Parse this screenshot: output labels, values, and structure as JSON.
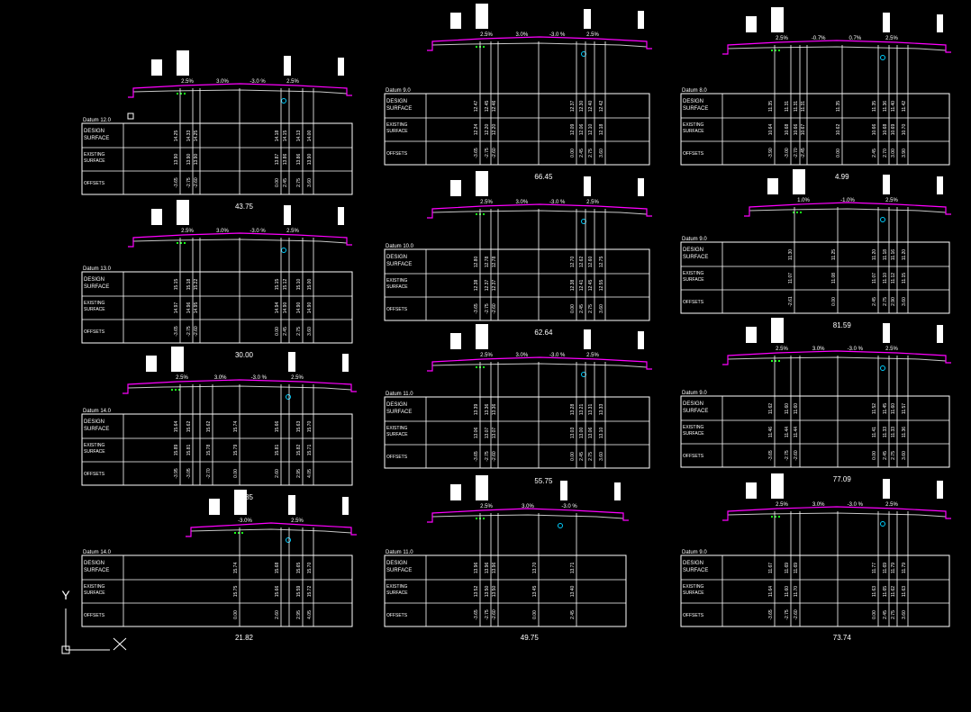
{
  "drawing": {
    "row_labels": {
      "design": [
        "DESIGN",
        "SURFACE"
      ],
      "existing": [
        "EXISTING",
        "SURFACE"
      ],
      "offsets": "OFFSETS"
    },
    "ucs_axis_label": "Y",
    "colors": {
      "background": "#000000",
      "lines": "#ffffff",
      "datum_line": "#ff0000",
      "design_profile": "#ff00ff",
      "existing_profile": "#c8c8c8",
      "markers": "#00cfff",
      "vegetation": "#1aff1a"
    }
  },
  "sections": [
    {
      "station": "43.75",
      "datum": "Datum 12.0",
      "slopes": [
        "2.5%",
        "3.0%",
        "-3.0 %",
        "2.5%"
      ],
      "design": [
        "14.25",
        "14.33",
        "14.25",
        "14.18",
        "14.15",
        "14.13",
        "14.00"
      ],
      "existing": [
        "13.90",
        "13.90",
        "13.90",
        "13.87",
        "13.86",
        "13.86",
        "13.90"
      ],
      "offsets": [
        "-3.65",
        "-2.75",
        "-2.60",
        "0.00",
        "2.45",
        "2.75",
        "3.60"
      ]
    },
    {
      "station": "30.00",
      "datum": "Datum 13.0",
      "slopes": [
        "2.5%",
        "3.0%",
        "-3.0 %",
        "2.5%"
      ],
      "design": [
        "15.15",
        "15.18",
        "15.22",
        "15.15",
        "15.12",
        "15.10",
        "15.00"
      ],
      "existing": [
        "14.97",
        "14.96",
        "14.95",
        "14.94",
        "14.90",
        "14.90",
        "14.90"
      ],
      "offsets": [
        "-3.65",
        "-2.75",
        "-2.60",
        "0.00",
        "2.45",
        "2.75",
        "3.60"
      ]
    },
    {
      "station": "21.85",
      "datum": "Datum 14.0",
      "slopes": [
        "2.5%",
        "3.0%",
        "-3.0 %",
        "2.5%"
      ],
      "design": [
        "15.64",
        "15.62",
        "15.62",
        "15.74",
        "15.66",
        "15.63",
        "15.70"
      ],
      "existing": [
        "15.89",
        "15.81",
        "15.78",
        "15.79",
        "15.81",
        "15.82",
        "15.71"
      ],
      "offsets": [
        "-3.95",
        "-3.05",
        "-2.70",
        "0.00",
        "2.60",
        "2.95",
        "4.05"
      ]
    },
    {
      "station": "21.82",
      "datum": "Datum 14.0",
      "slopes": [
        "-3.0%",
        "2.5%"
      ],
      "design": [
        "15.74",
        "15.68",
        "15.65",
        "15.70"
      ],
      "existing": [
        "15.75",
        "15.66",
        "15.59",
        "15.72"
      ],
      "offsets": [
        "0.00",
        "2.60",
        "2.95",
        "4.05"
      ]
    },
    {
      "station": "66.45",
      "datum": "Datum 9.0",
      "slopes": [
        "2.5%",
        "3.0%",
        "-3.0 %",
        "2.5%"
      ],
      "design": [
        "12.47",
        "12.45",
        "12.46",
        "12.37",
        "12.30",
        "12.40",
        "12.42"
      ],
      "existing": [
        "12.24",
        "12.20",
        "12.20",
        "12.09",
        "12.06",
        "12.10",
        "12.18"
      ],
      "offsets": [
        "-3.65",
        "-2.75",
        "-2.60",
        "0.00",
        "2.45",
        "2.75",
        "3.60"
      ]
    },
    {
      "station": "62.64",
      "datum": "Datum 10.0",
      "slopes": [
        "2.5%",
        "3.0%",
        "-3.0 %",
        "2.5%"
      ],
      "design": [
        "12.80",
        "12.78",
        "12.78",
        "12.70",
        "12.62",
        "12.60",
        "12.75"
      ],
      "existing": [
        "12.38",
        "12.37",
        "12.37",
        "12.38",
        "12.41",
        "12.45",
        "12.55"
      ],
      "offsets": [
        "-3.65",
        "-2.75",
        "-2.60",
        "0.00",
        "2.45",
        "2.75",
        "3.60"
      ]
    },
    {
      "station": "55.75",
      "datum": "Datum 11.0",
      "slopes": [
        "2.5%",
        "3.0%",
        "-3.0 %",
        "2.5%"
      ],
      "design": [
        "13.39",
        "13.36",
        "13.36",
        "13.28",
        "13.21",
        "13.31",
        "13.33"
      ],
      "existing": [
        "13.06",
        "13.07",
        "13.07",
        "13.03",
        "13.00",
        "13.06",
        "13.10"
      ],
      "offsets": [
        "-3.65",
        "-2.75",
        "-2.60",
        "0.00",
        "2.45",
        "2.75",
        "3.60"
      ]
    },
    {
      "station": "49.75",
      "datum": "Datum 11.0",
      "slopes": [
        "2.5%",
        "3.0%",
        "-3.0 %"
      ],
      "design": [
        "13.96",
        "13.96",
        "13.96",
        "13.70",
        "13.71"
      ],
      "existing": [
        "13.52",
        "13.50",
        "13.50",
        "13.45",
        "13.40"
      ],
      "offsets": [
        "-3.65",
        "-2.75",
        "-2.60",
        "0.00",
        "2.45"
      ]
    },
    {
      "station": "4.99",
      "datum": "Datum 8.0",
      "slopes": [
        "2.5%",
        "-0.7%",
        "0.7%",
        "2.5%"
      ],
      "design": [
        "11.35",
        "11.31",
        "11.31",
        "11.31",
        "11.35",
        "11.35",
        "11.36",
        "11.40",
        "11.42"
      ],
      "existing": [
        "10.64",
        "10.68",
        "10.66",
        "10.67",
        "10.62",
        "10.66",
        "10.68",
        "10.69",
        "10.70"
      ],
      "offsets": [
        "-3.90",
        "-3.00",
        "-2.70",
        "-2.45",
        "0.00",
        "2.45",
        "2.70",
        "3.00",
        "3.90"
      ]
    },
    {
      "station": "81.59",
      "datum": "Datum 9.0",
      "slopes": [
        "1.0%",
        "-1.0%",
        "2.5%"
      ],
      "design": [
        "11.30",
        "11.25",
        "11.20",
        "11.18",
        "11.16",
        "11.20"
      ],
      "existing": [
        "11.07",
        "11.08",
        "11.07",
        "11.10",
        "11.12",
        "11.15"
      ],
      "offsets": [
        "-2.61",
        "0.00",
        "2.45",
        "2.75",
        "2.90",
        "3.60"
      ]
    },
    {
      "station": "77.09",
      "datum": "Datum 9.0",
      "slopes": [
        "2.5%",
        "3.0%",
        "-3.0 %",
        "2.5%"
      ],
      "design": [
        "11.62",
        "11.60",
        "11.60",
        "11.52",
        "11.45",
        "11.60",
        "11.57"
      ],
      "existing": [
        "11.46",
        "11.44",
        "11.44",
        "11.41",
        "11.33",
        "11.33",
        "11.36"
      ],
      "offsets": [
        "-3.65",
        "-2.75",
        "-2.60",
        "0.00",
        "2.45",
        "2.75",
        "3.60"
      ]
    },
    {
      "station": "73.74",
      "datum": "Datum 9.0",
      "slopes": [
        "2.5%",
        "3.0%",
        "-3.0 %",
        "2.5%"
      ],
      "design": [
        "11.67",
        "11.69",
        "11.69",
        "11.77",
        "11.69",
        "11.79",
        "11.79"
      ],
      "existing": [
        "11.64",
        "11.60",
        "11.70",
        "11.63",
        "11.65",
        "11.62",
        "11.63"
      ],
      "offsets": [
        "-3.65",
        "-2.75",
        "-2.60",
        "0.00",
        "2.45",
        "2.75",
        "3.60"
      ]
    }
  ]
}
